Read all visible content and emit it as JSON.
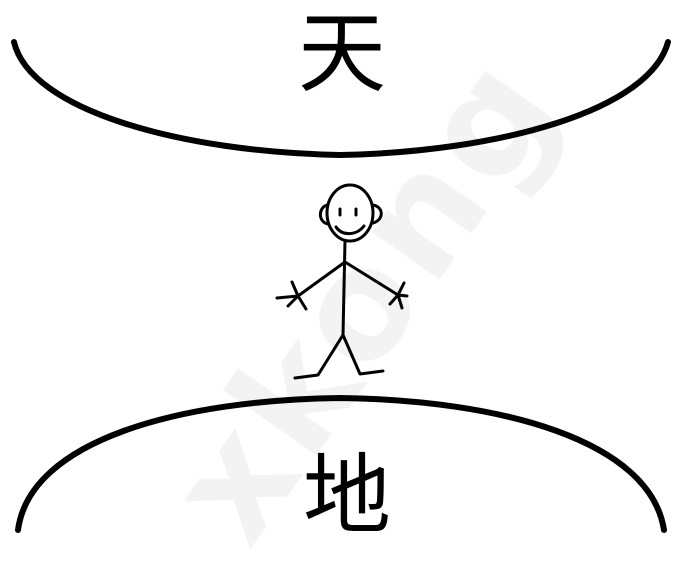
{
  "diagram": {
    "heaven_label": "天",
    "earth_label": "地",
    "watermark_text": "xkong"
  },
  "colors": {
    "background": "#ffffff",
    "ink": "#000000",
    "watermark": "#f3f3f3"
  }
}
